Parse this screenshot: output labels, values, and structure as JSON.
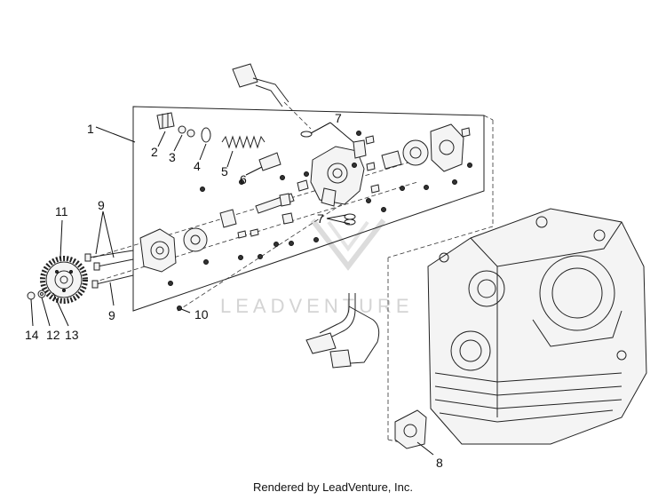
{
  "diagram": {
    "watermark": "LEADVENTURE",
    "callouts": {
      "c1": "1",
      "c2": "2",
      "c3": "3",
      "c4": "4",
      "c5": "5",
      "c6": "6",
      "c7a": "7",
      "c7b": "7",
      "c8": "8",
      "c9a": "9",
      "c9b": "9",
      "c10": "10",
      "c11": "11",
      "c12": "12",
      "c13": "13",
      "c14": "14"
    }
  },
  "footer": {
    "text": "Rendered by LeadVenture, Inc."
  }
}
